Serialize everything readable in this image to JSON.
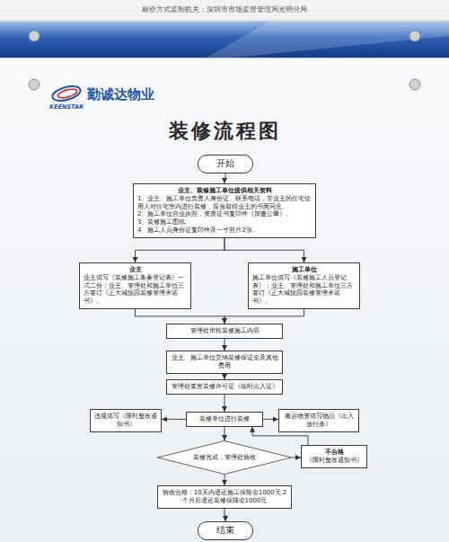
{
  "diagram": {
    "title": "装修流程图",
    "nodes": [
      {
        "text": [
          "开始"
        ]
      },
      {
        "text": [
          "业主、装修施工单位提供相关资料",
          "1、业主、施工单位负责人身份证、联系电话，非业主的住宅使用人对住宅室内进行装修，应当取得业主的书面同意。",
          "2、施工单位营业执照，资质证书复印件（加盖公章）。",
          "3、装修施工图纸。",
          "4、施工人员身份证复印件及一寸照片2张。"
        ]
      },
      {
        "text": [
          "业主",
          "业主填写《装修施工备案登记表》一式二份；业主、管理处和施工单位三方签订《正大城悦园装修管理承诺书》。"
        ]
      },
      {
        "text": [
          "施工单位",
          "施工单位填写《装修施工人员登记表》；业主、管理处和施工单位三方签订《正大城悦园装修管理承诺书》。"
        ]
      },
      {
        "text": [
          "管理处审核装修施工内容"
        ]
      },
      {
        "text": [
          "业主、施工单位交纳装修保证金及其他费用"
        ]
      },
      {
        "text": [
          "管理处签发装修许可证《临时出入证》"
        ]
      },
      {
        "text": [
          "装修单位进行装修"
        ]
      },
      {
        "text": [
          "违规填写《限时整改通知书》"
        ]
      },
      {
        "text": [
          "搬运物资填写物品《出入放行条》"
        ]
      },
      {
        "text": [
          "装修完成，管理处验收"
        ]
      },
      {
        "text": [
          "不合格",
          "《限时整改通知书》"
        ]
      },
      {
        "text": [
          "验收合格：10天内退还施工保险金1000元 2个月后退还装修保障金1000元"
        ]
      },
      {
        "text": [
          "结束"
        ]
      }
    ],
    "edges": [
      {
        "from": 0,
        "to": 1,
        "arrow": "to"
      },
      {
        "from": 1,
        "to": 2,
        "arrow": "to"
      },
      {
        "from": 1,
        "to": 3,
        "arrow": "to"
      },
      {
        "from": 2,
        "to": 4,
        "arrow": "to"
      },
      {
        "from": 3,
        "to": 4,
        "arrow": "to"
      },
      {
        "from": 4,
        "to": 5,
        "arrow": "to"
      },
      {
        "from": 5,
        "to": 6,
        "arrow": "to"
      },
      {
        "from": 6,
        "to": 7,
        "arrow": "to"
      },
      {
        "from": 7,
        "to": 8,
        "arrow": "to"
      },
      {
        "from": 7,
        "to": 9,
        "arrow": "to"
      },
      {
        "from": 7,
        "to": 10,
        "arrow": "to"
      },
      {
        "from": 10,
        "to": 11,
        "arrow": "to"
      },
      {
        "from": 11,
        "to": 7,
        "arrow": "to"
      },
      {
        "from": 10,
        "to": 12,
        "arrow": "to"
      },
      {
        "from": 12,
        "to": 13,
        "arrow": "to"
      }
    ],
    "labels": [
      "标价方式监制机关：深圳市市场监督管理局光明分局",
      "勤诚达物业",
      "KEENSTAR"
    ]
  }
}
